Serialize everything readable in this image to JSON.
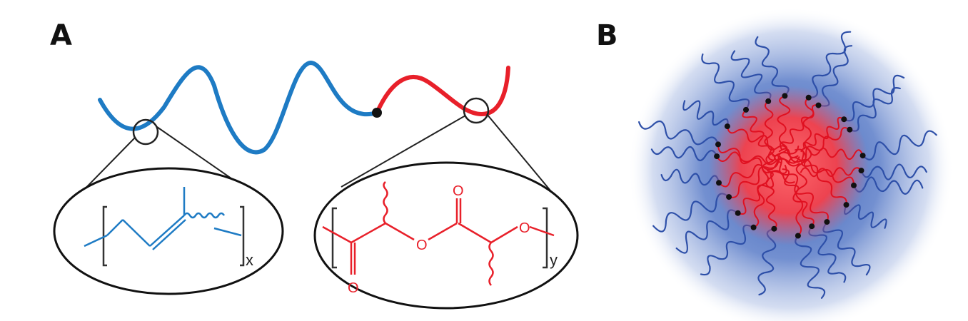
{
  "panels": {
    "a": {
      "label": "A"
    },
    "b": {
      "label": "B"
    }
  },
  "chemistry": {
    "polyisoprene_subscript": "x",
    "polylactide_subscript": "y",
    "oxygen_atom": "O"
  },
  "colors": {
    "blue_block": "#1e7bc4",
    "red_block": "#e8202a",
    "micelle_corona": "#3a64b8",
    "micelle_core": "#ff4a50",
    "outline": "#222222"
  }
}
